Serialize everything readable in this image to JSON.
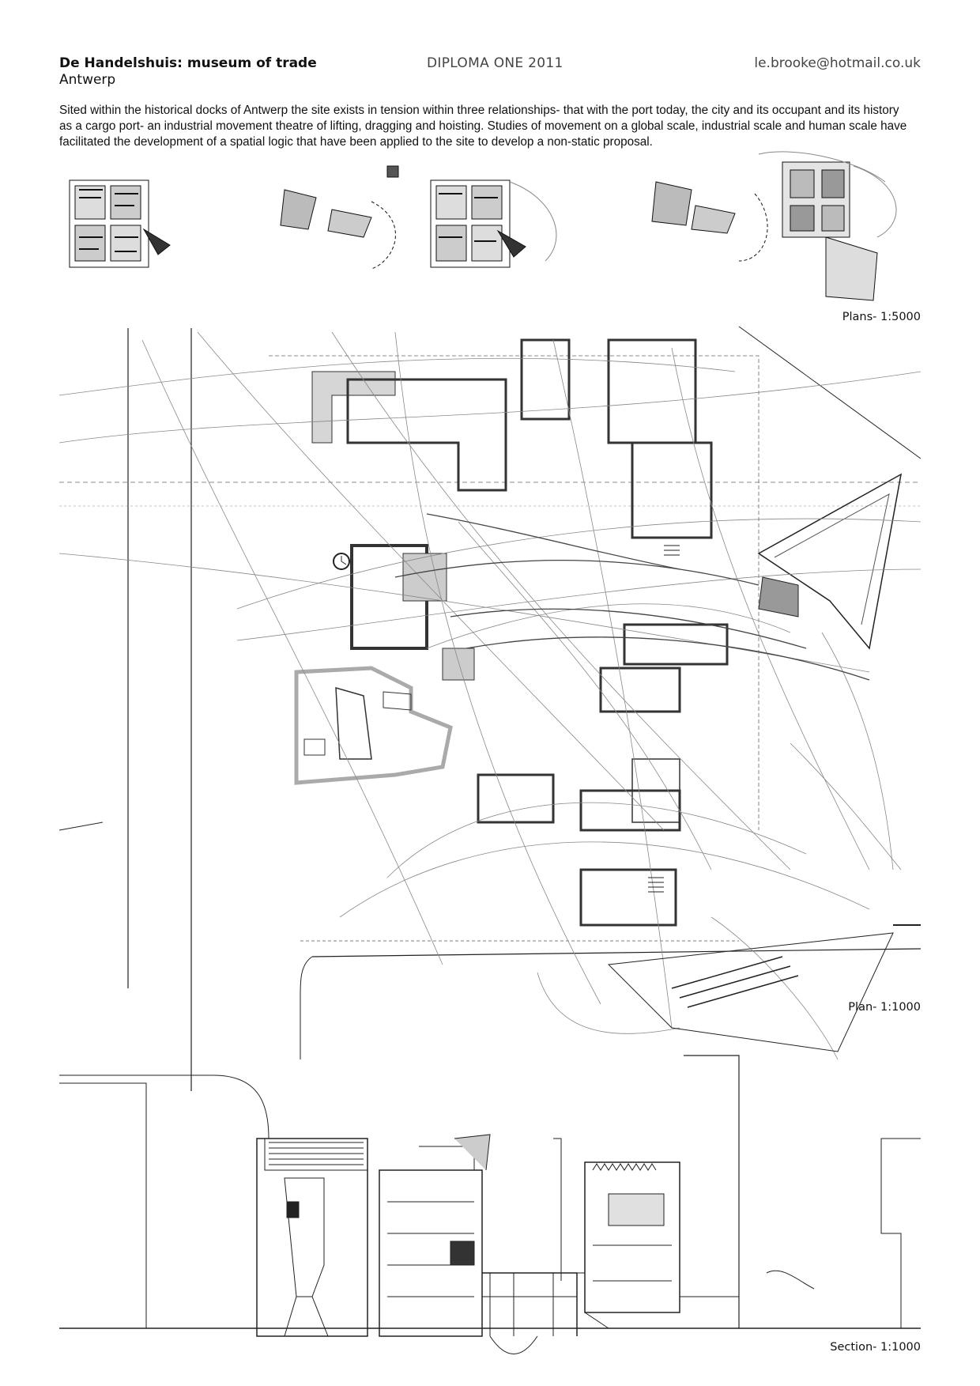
{
  "header": {
    "title": "De Handelshuis: museum of trade",
    "subtitle": "Antwerp",
    "center": "DIPLOMA ONE 2011",
    "email": "le.brooke@hotmail.co.uk"
  },
  "intro": "Sited within the historical docks of Antwerp the site exists in tension within three relationships- that with the port today, the city and its occupant and its history as a cargo port- an industrial movement theatre of lifting, dragging and hoisting. Studies of movement on a global scale, industrial scale and human scale have facilitated the development of a spatial logic that have been applied to the site to develop a non-static proposal.",
  "captions": {
    "plans": "Plans- 1:5000",
    "plan": "Plan- 1:1000",
    "section": "Section- 1:1000"
  }
}
